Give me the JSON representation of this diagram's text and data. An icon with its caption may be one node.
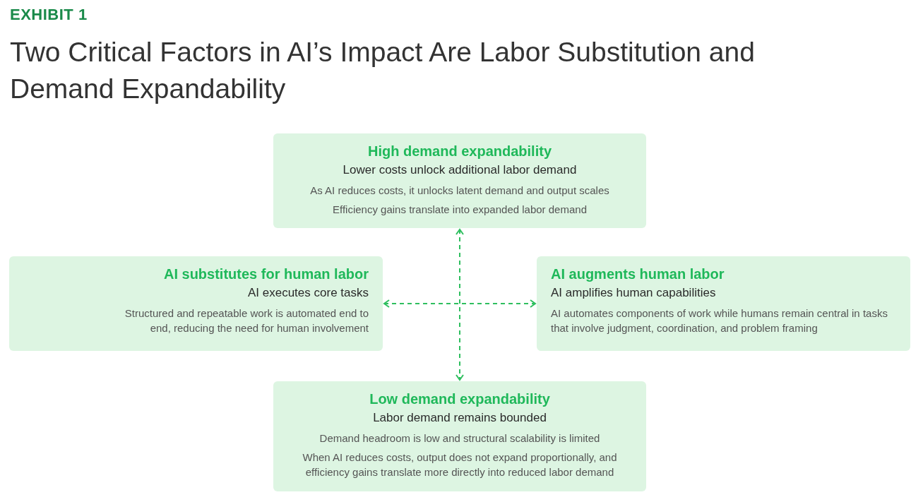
{
  "diagram": {
    "title": "Two Critical Factors in AI’s Impact Are Labor Substitution and Demand Expandability",
    "labels": [
      "EXHIBIT 1"
    ],
    "nodes": [
      {
        "text": [
          "High demand expandability",
          "Lower costs unlock additional labor demand",
          "As AI reduces costs, it unlocks latent demand and output scales",
          "Efficiency gains translate into expanded labor demand"
        ]
      },
      {
        "text": [
          "AI substitutes for human labor",
          "AI executes core tasks",
          "Structured and repeatable work is automated end to end, reducing the need for human involvement"
        ]
      },
      {
        "text": [
          "AI augments human labor",
          "AI amplifies human capabilities",
          "AI automates components of work while humans remain central in tasks that involve judgment, coordination, and problem framing"
        ]
      },
      {
        "text": [
          "Low demand expandability",
          "Labor demand remains bounded",
          "Demand headroom is low and structural scalability is limited",
          "When AI reduces costs, output does not expand proportionally, and efficiency gains translate more directly into reduced labor demand"
        ]
      }
    ],
    "edges": [
      {
        "from": 0,
        "to": 3,
        "arrow": "both",
        "style": "dashed"
      },
      {
        "from": 1,
        "to": 2,
        "arrow": "both",
        "style": "dashed"
      }
    ]
  }
}
